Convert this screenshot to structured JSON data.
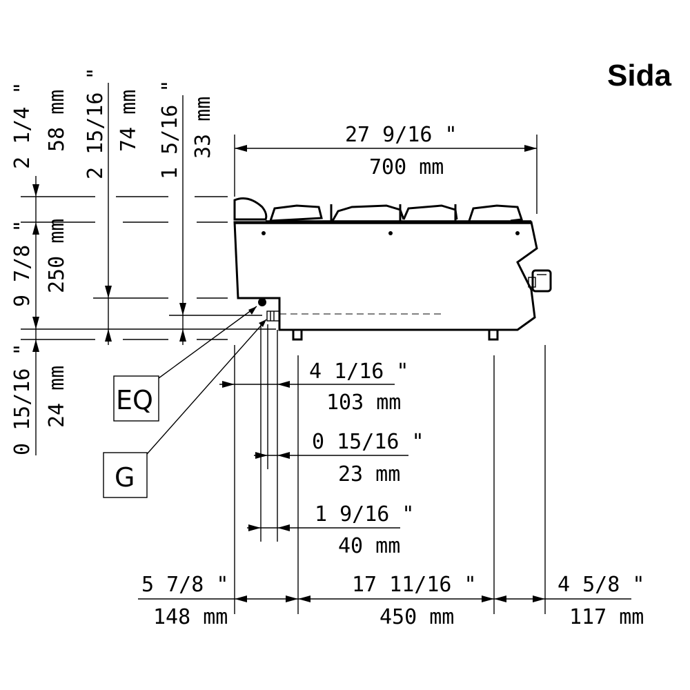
{
  "title": "Sida",
  "callouts": {
    "eq": "EQ",
    "g": "G"
  },
  "dimensions": {
    "total_width_in": "27 9/16 \"",
    "total_width_mm": "700 mm",
    "top_offset_in": "2 1/4 \"",
    "top_offset_mm": "58 mm",
    "body_height_in": "9 7/8 \"",
    "body_height_mm": "250 mm",
    "foot_height_in": "0 15/16 \"",
    "foot_height_mm": "24 mm",
    "eq_height_in": "2 15/16 \"",
    "eq_height_mm": "74 mm",
    "g_height_in": "1 5/16 \"",
    "g_height_mm": "33 mm",
    "eq_offset_in": "4 1/16 \"",
    "eq_offset_mm": "103 mm",
    "g_gap_in": "0 15/16 \"",
    "g_gap_mm": "23 mm",
    "g_offset_in": "1 9/16 \"",
    "g_offset_mm": "40 mm",
    "front_foot_in": "5 7/8 \"",
    "front_foot_mm": "148 mm",
    "foot_span_in": "17 11/16 \"",
    "foot_span_mm": "450 mm",
    "rear_foot_in": "4 5/8 \"",
    "rear_foot_mm": "117 mm"
  }
}
